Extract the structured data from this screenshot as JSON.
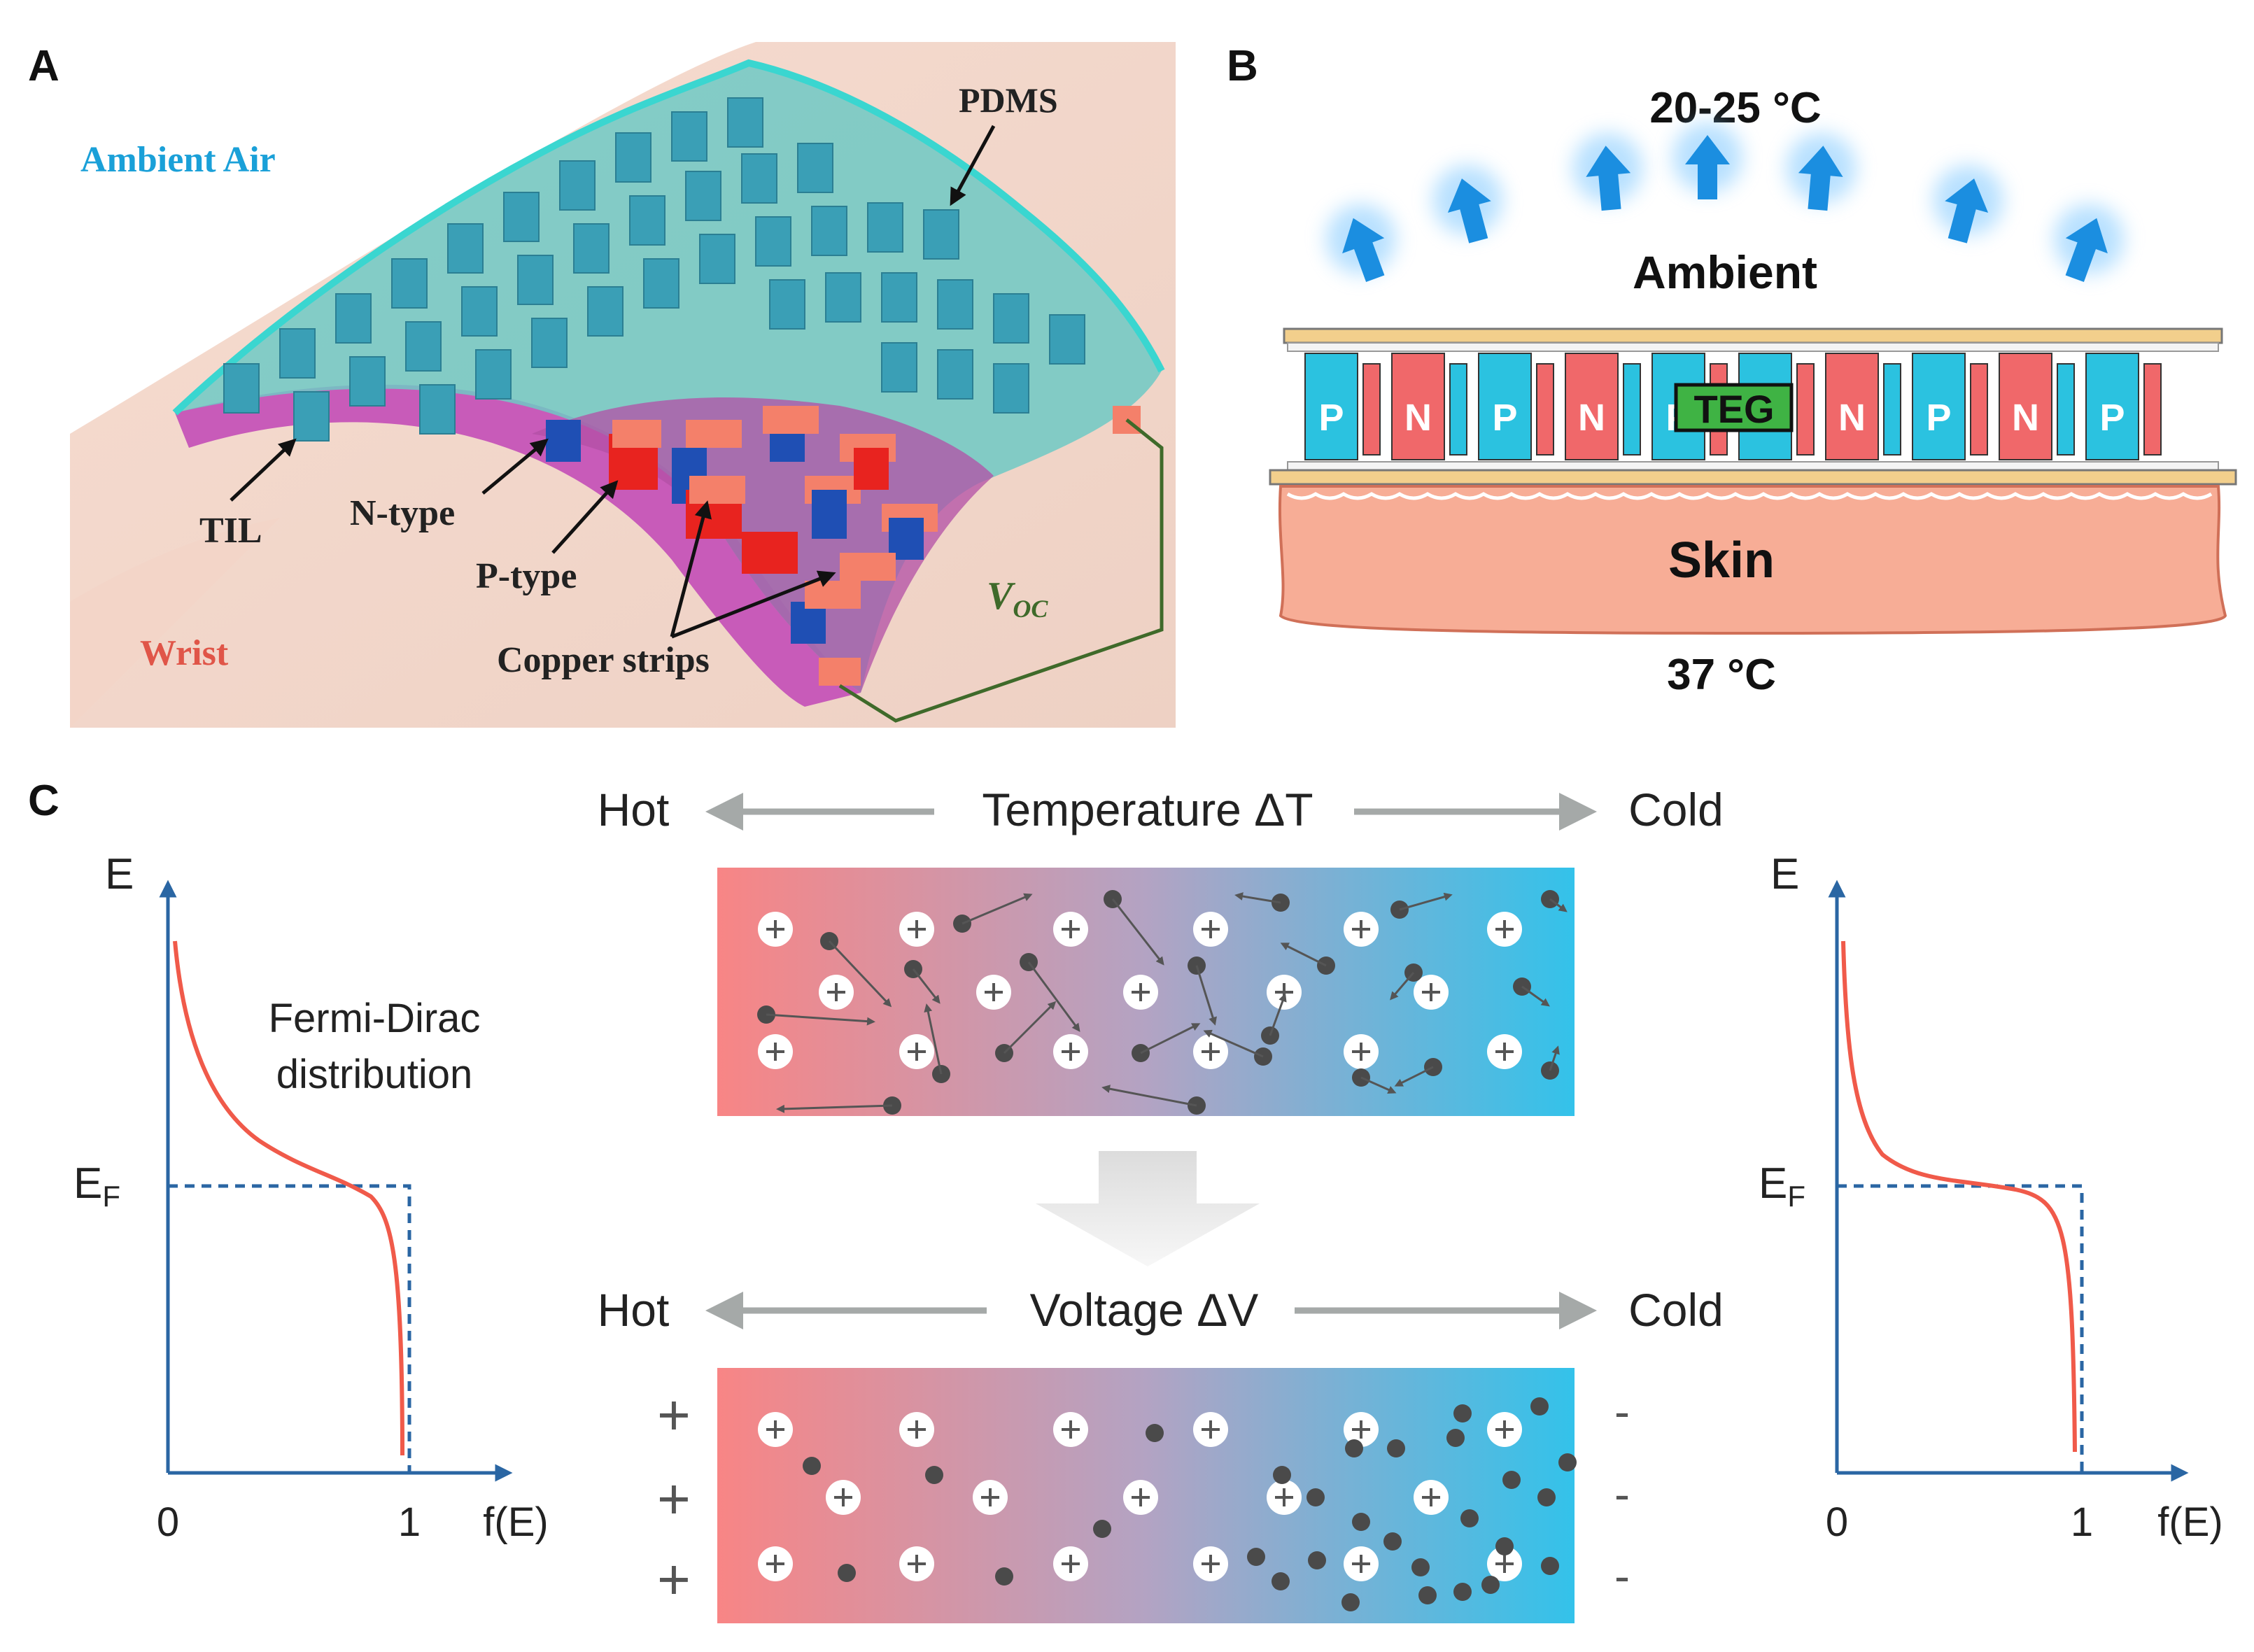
{
  "panels": {
    "a": {
      "letter": "A",
      "labels": {
        "ambient_air": "Ambient Air",
        "pdms": "PDMS",
        "til": "TIL",
        "n_type": "N-type",
        "p_type": "P-type",
        "copper_strips": "Copper strips",
        "wrist": "Wrist",
        "voc_main": "V",
        "voc_sub": "OC"
      }
    },
    "b": {
      "letter": "B",
      "top_temperature": "20-25 °C",
      "ambient": "Ambient",
      "skin": "Skin",
      "bottom_temperature": "37 °C",
      "teg": "TEG",
      "legs": [
        "P",
        "N",
        "P",
        "N",
        "P",
        "",
        "N",
        "P",
        "N",
        "P"
      ]
    },
    "c": {
      "letter": "C",
      "top_row": {
        "left": "Hot",
        "middle": "Temperature ΔT",
        "right": "Cold"
      },
      "bottom_row": {
        "left": "Hot",
        "middle": "Voltage ΔV",
        "right": "Cold"
      },
      "plus_sign": "+",
      "minus_sign": "-",
      "left_plot": {
        "y_label": "E",
        "x_label": "f(E)",
        "ef_main": "E",
        "ef_sub": "F",
        "tick_0": "0",
        "tick_1": "1",
        "note_line1": "Fermi-Dirac",
        "note_line2": "distribution"
      },
      "right_plot": {
        "y_label": "E",
        "x_label": "f(E)",
        "ef_main": "E",
        "ef_sub": "F",
        "tick_0": "0",
        "tick_1": "1"
      },
      "side_plus": [
        "+",
        "+",
        "+"
      ],
      "side_minus": [
        "-",
        "-",
        "-"
      ]
    }
  },
  "colors": {
    "hot": "#f88585",
    "cold": "#33c2ea",
    "axis": "#2a66a3",
    "curve": "#f05a4a",
    "leg_p": "#2bc2e0",
    "leg_n": "#f0686a",
    "skin": "#f7ad96",
    "arrow_blue": "#1b8ee0",
    "electron": "#4a4a4a"
  }
}
